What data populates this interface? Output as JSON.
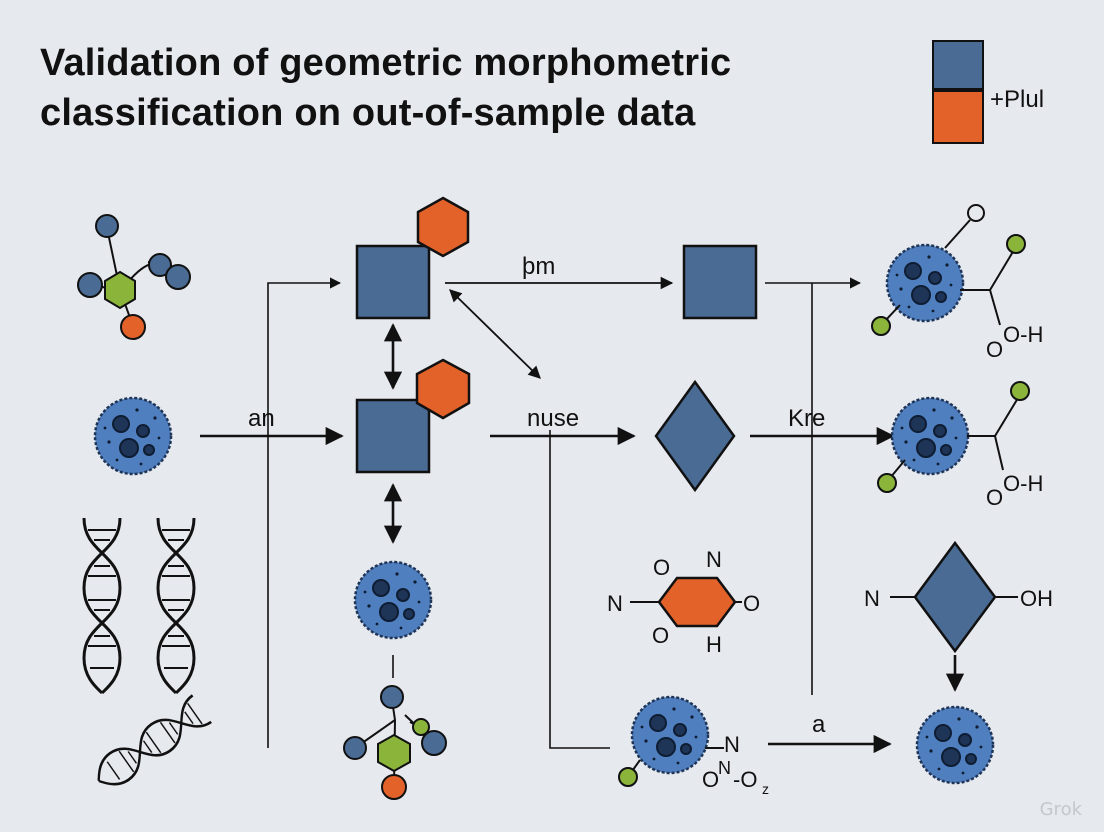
{
  "title_line1": "Validation of geometric morphometric",
  "title_line2": "classification on out-of-sample data",
  "legend": {
    "label": "+Plul"
  },
  "labels": {
    "an": "an",
    "pm": "þm",
    "nuse": "nuse",
    "kre": "Kre",
    "a": "a",
    "oh_upper": "O-H",
    "oh_upper_o": "O",
    "oh_mid": "O-H",
    "oh_mid_o": "O",
    "n_left": "N",
    "oh_right": "OH",
    "hex_n_left": "N",
    "hex_o_top": "O",
    "hex_n_top": "N",
    "hex_o_right": "O",
    "hex_o_bottom": "O",
    "hex_h": "H",
    "nitro_n": "N",
    "nitro_o": "O",
    "nitro_sub": "N",
    "nitro_o2": "-O",
    "nitro_z": "z",
    "ring_o": "O"
  },
  "watermark": "Grok",
  "colors": {
    "blue": "#4a6b94",
    "orange": "#e2622a",
    "green": "#8ab43a",
    "cell": "#4f7fbf",
    "cell_dark": "#1f3558",
    "line": "#111111",
    "background": "#e6e9ee"
  }
}
